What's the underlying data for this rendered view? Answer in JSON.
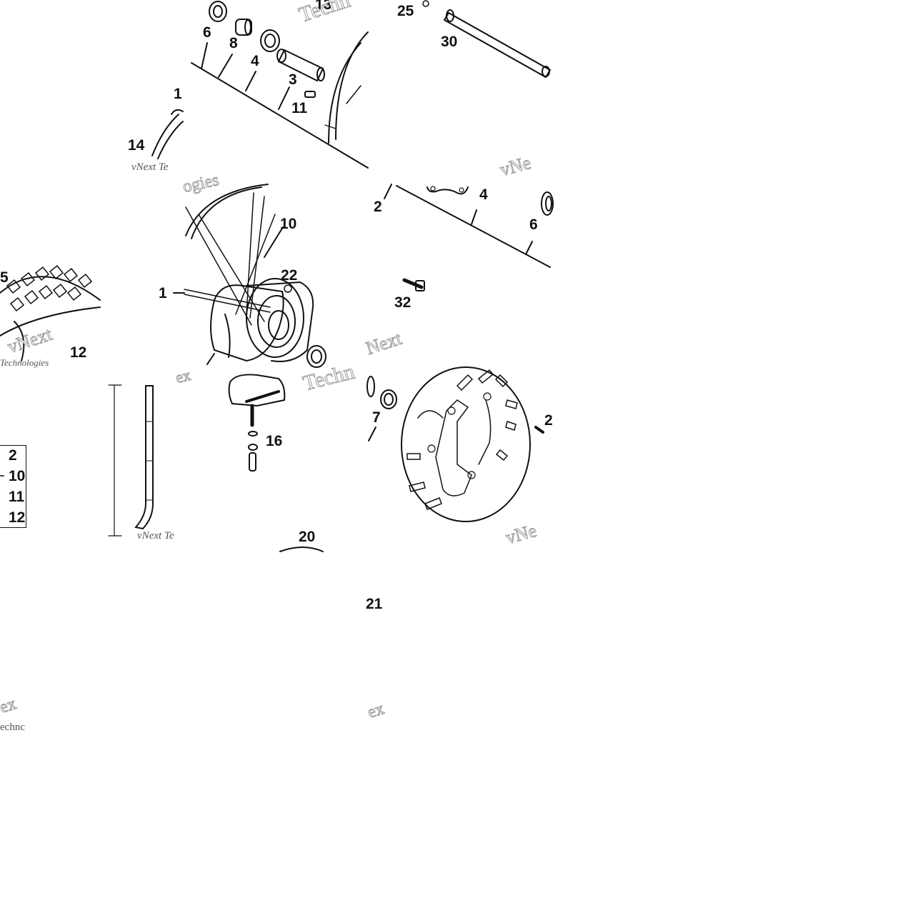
{
  "callouts": {
    "c13": "13",
    "c25": "25",
    "c6a": "6",
    "c8": "8",
    "c30": "30",
    "c4a": "4",
    "c3": "3",
    "c11": "11",
    "c1a": "1",
    "c14": "14",
    "c2a": "2",
    "c4b": "4",
    "c10": "10",
    "c6b": "6",
    "c22": "22",
    "c1b": "1",
    "c32": "32",
    "c5": "5",
    "c12": "12",
    "c16": "16",
    "c7": "7",
    "c2b": "2",
    "c20": "20",
    "c21": "21"
  },
  "legend": [
    "2",
    "10",
    "11",
    "12"
  ],
  "watermarks": {
    "w1": "Techn",
    "w2": "vNext Te",
    "w3": "ogies",
    "w4": "vNe",
    "w5": "Next",
    "w6": "vNext",
    "w7": "Techn",
    "w8": "vNe",
    "w9": "vNext Te",
    "w10": "ex",
    "w11": "echnc",
    "w12": "ex",
    "w13": "Technologies",
    "w14": "ex"
  }
}
